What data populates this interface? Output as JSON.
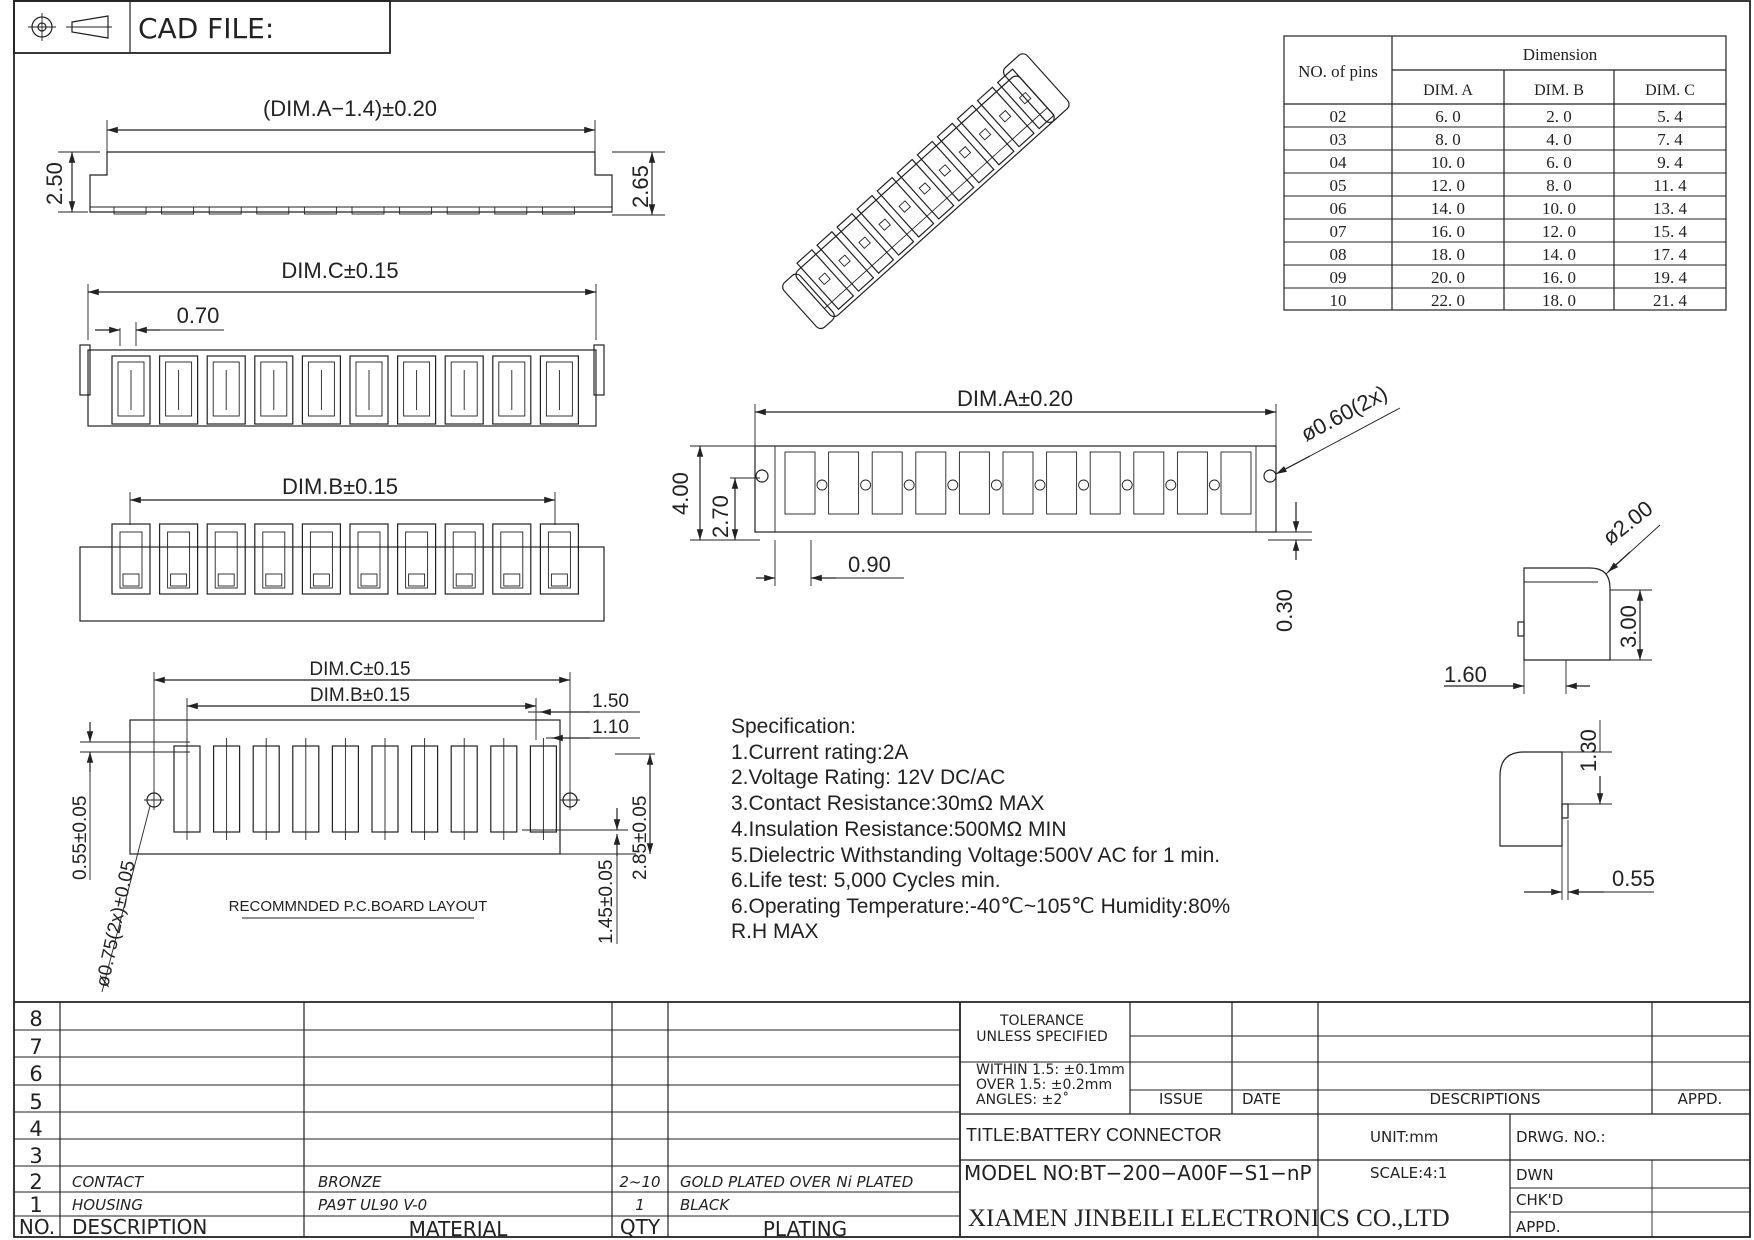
{
  "header": {
    "cad_label": "CAD FILE:"
  },
  "dims": {
    "top_len": "(DIM.A−1.4)±0.20",
    "h_left": "2.50",
    "h_right": "2.65",
    "dim_c": "DIM.C±0.15",
    "pitch_small": "0.70",
    "dim_b": "DIM.B±0.15",
    "dim_a": "DIM.A±0.20",
    "hole": "ø0.60(2x)",
    "h400": "4.00",
    "h270": "2.70",
    "w090": "0.90",
    "h030": "0.30",
    "r200": "ø2.00",
    "h300": "3.00",
    "w160": "1.60",
    "h130": "1.30",
    "w055": "0.55",
    "pcb_dim_c": "DIM.C±0.15",
    "pcb_dim_b": "DIM.B±0.15",
    "pcb_150": "1.50",
    "pcb_110": "1.10",
    "pcb_055": "0.55±0.05",
    "pcb_145": "1.45±0.05",
    "pcb_285": "2.85±0.05",
    "pcb_hole": "ø0.75(2x)±0.05",
    "pcb_caption": "RECOMMNDED P.C.BOARD LAYOUT"
  },
  "dim_table": {
    "col_pins": "NO. of pins",
    "col_group": "Dimension",
    "cols": [
      "DIM. A",
      "DIM. B",
      "DIM. C"
    ],
    "rows": [
      [
        "02",
        "6. 0",
        "2. 0",
        "5. 4"
      ],
      [
        "03",
        "8. 0",
        "4. 0",
        "7. 4"
      ],
      [
        "04",
        "10. 0",
        "6. 0",
        "9. 4"
      ],
      [
        "05",
        "12. 0",
        "8. 0",
        "11. 4"
      ],
      [
        "06",
        "14. 0",
        "10. 0",
        "13. 4"
      ],
      [
        "07",
        "16. 0",
        "12. 0",
        "15. 4"
      ],
      [
        "08",
        "18. 0",
        "14. 0",
        "17. 4"
      ],
      [
        "09",
        "20. 0",
        "16. 0",
        "19. 4"
      ],
      [
        "10",
        "22. 0",
        "18. 0",
        "21. 4"
      ]
    ]
  },
  "spec": {
    "lines": [
      "Specification:",
      "1.Current rating:2A",
      "2.Voltage Rating: 12V DC/AC",
      "3.Contact Resistance:30mΩ MAX",
      "4.Insulation Resistance:500MΩ MIN",
      "5.Dielectric Withstanding Voltage:500V AC for 1 min.",
      "6.Life test: 5,000 Cycles min.",
      "6.Operating Temperature:-40℃~105℃  Humidity:80%",
      "R.H MAX"
    ]
  },
  "bom": {
    "row_numbers": [
      "8",
      "7",
      "6",
      "5",
      "4",
      "3",
      "2",
      "1"
    ],
    "row2": {
      "desc": "CONTACT",
      "material": "BRONZE",
      "qty": "2~10",
      "plating": "GOLD PLATED OVER Ni PLATED"
    },
    "row1": {
      "desc": "HOUSING",
      "material": "PA9T UL90 V-0",
      "qty": "1",
      "plating": "BLACK"
    },
    "headers": {
      "no": "NO.",
      "desc": "DESCRIPTION",
      "material": "MATERIAL",
      "qty": "QTY",
      "plating": "PLATING"
    }
  },
  "titleblock": {
    "tolerance": "TOLERANCE",
    "unless": "UNLESS SPECIFIED",
    "within": "WITHIN 1.5: ±0.1mm",
    "over": "OVER 1.5:  ±0.2mm",
    "angles": "ANGLES: ±2˚",
    "issue": "ISSUE",
    "date": "DATE",
    "descriptions": "DESCRIPTIONS",
    "appd": "APPD.",
    "title": "TITLE:BATTERY CONNECTOR",
    "unit": "UNIT:mm",
    "drwg": "DRWG. NO.:",
    "model": "MODEL NO:BT−200−A00F−S1−nP",
    "scale": "SCALE:4:1",
    "dwn": "DWN",
    "chkd": "CHK'D",
    "company": "XIAMEN JINBEILI ELECTRONICS CO.,LTD",
    "appd2": "APPD."
  }
}
